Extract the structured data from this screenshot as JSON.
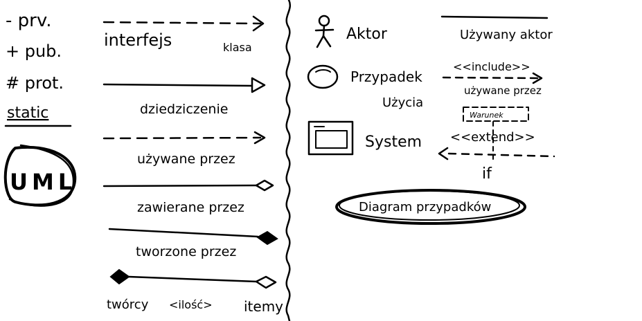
{
  "legend": {
    "private": "- prv.",
    "public": "+ pub.",
    "protected": "# prot.",
    "static": "static",
    "logo": "UML"
  },
  "class_relations": {
    "interface_label": "interfejs",
    "class_label": "klasa",
    "inheritance": "dziedziczenie",
    "used_by": "używane przez",
    "contained_by": "zawierane przez",
    "created_by": "tworzone przez",
    "creators": "twórcy",
    "multiplicity": "<ilość>",
    "items": "itemy"
  },
  "use_case": {
    "actor": "Aktor",
    "use_case_line1": "Przypadek",
    "use_case_line2": "Użycia",
    "system": "System",
    "used_actor": "Używany aktor",
    "include": "<<include>>",
    "used_by": "używane przez",
    "condition": "Warunek",
    "extend": "<<extend>>",
    "if": "if",
    "title": "Diagram przypadków"
  }
}
